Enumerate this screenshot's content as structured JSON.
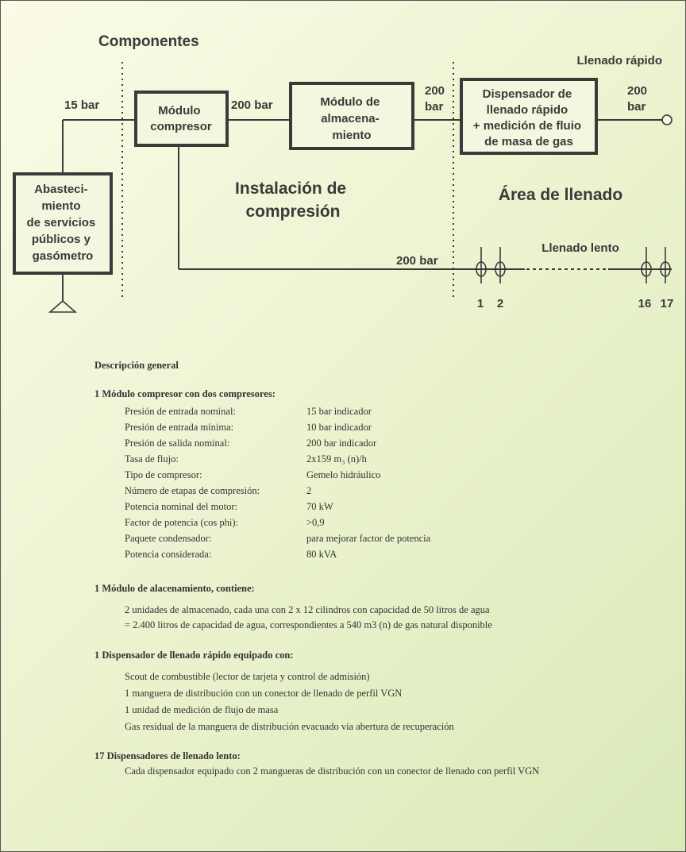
{
  "diagram": {
    "title": "Componentes",
    "llenado_rapido_label": "Llenado rápido",
    "llenado_lento_label": "Llenado lento",
    "installation_label": [
      "Instalación de",
      "compresión"
    ],
    "area_label": "Área de llenado",
    "boxes": {
      "supply": [
        "Abasteci-",
        "miento",
        "de servicios",
        "públicos y",
        "gasómetro"
      ],
      "compressor": [
        "Módulo",
        "compresor"
      ],
      "storage": [
        "Módulo de",
        "almacena-",
        "miento"
      ],
      "dispenser": [
        "Dispensador de",
        "llenado rápido",
        "+ medición de fluio",
        "de masa de gas"
      ]
    },
    "pressures": {
      "supply_to_compressor": "15 bar",
      "compressor_to_storage": "200 bar",
      "storage_to_dispenser": [
        "200",
        "bar"
      ],
      "dispenser_out": [
        "200",
        "bar"
      ],
      "slow_line": "200 bar"
    },
    "slow_dispenser_numbers": [
      "1",
      "2",
      "16",
      "17"
    ]
  },
  "specs": {
    "heading": "Descripción general",
    "compressor": {
      "title": "1 Módulo compresor con dos compresores:",
      "rows": [
        {
          "label": "Presión de entrada nominal:",
          "value": "15 bar indicador"
        },
        {
          "label": "Presión de entrada mínima:",
          "value": "10 bar indicador"
        },
        {
          "label": "Presión de salida nominal:",
          "value": "200 bar indicador"
        },
        {
          "label": "Tasa de flujo:",
          "value": "2x159 m₃ (n)/h"
        },
        {
          "label": "Tipo de compresor:",
          "value": "Gemelo hidráulico"
        },
        {
          "label": "Número de etapas de compresión:",
          "value": "2"
        },
        {
          "label": "Potencia nominal del motor:",
          "value": "70 kW"
        },
        {
          "label": "Factor de potencia (cos phi):",
          "value": ">0,9"
        },
        {
          "label": "Paquete condensador:",
          "value": "para mejorar factor de potencia"
        },
        {
          "label": "Potencia considerada:",
          "value": "80 kVA"
        }
      ]
    },
    "storage": {
      "title": "1 Módulo de alacenamiento, contiene:",
      "lines": [
        "2 unidades de almacenado, cada una con 2 x 12 cilindros con capacidad de 50 litros de agua",
        "= 2.400 litros de capacidad de agua, correspondientes a 540 m3 (n) de gas natural disponible"
      ]
    },
    "fast_dispenser": {
      "title": "1 Dispensador de llenado rápido equipado con:",
      "lines": [
        "Scout de combustible (lector de tarjeta y control de admisión)",
        "1 manguera de distribución con un conector de llenado de perfil VGN",
        "1 unidad de medición de flujo de masa",
        "Gas residual de la manguera de distribución evacuado vía abertura de recuperación"
      ]
    },
    "slow_dispensers": {
      "title": "17 Dispensadores de llenado lento:",
      "lines": [
        "Cada dispensador equipado con 2 mangueras de distribución con un conector de llenado con perfil VGN"
      ]
    }
  }
}
